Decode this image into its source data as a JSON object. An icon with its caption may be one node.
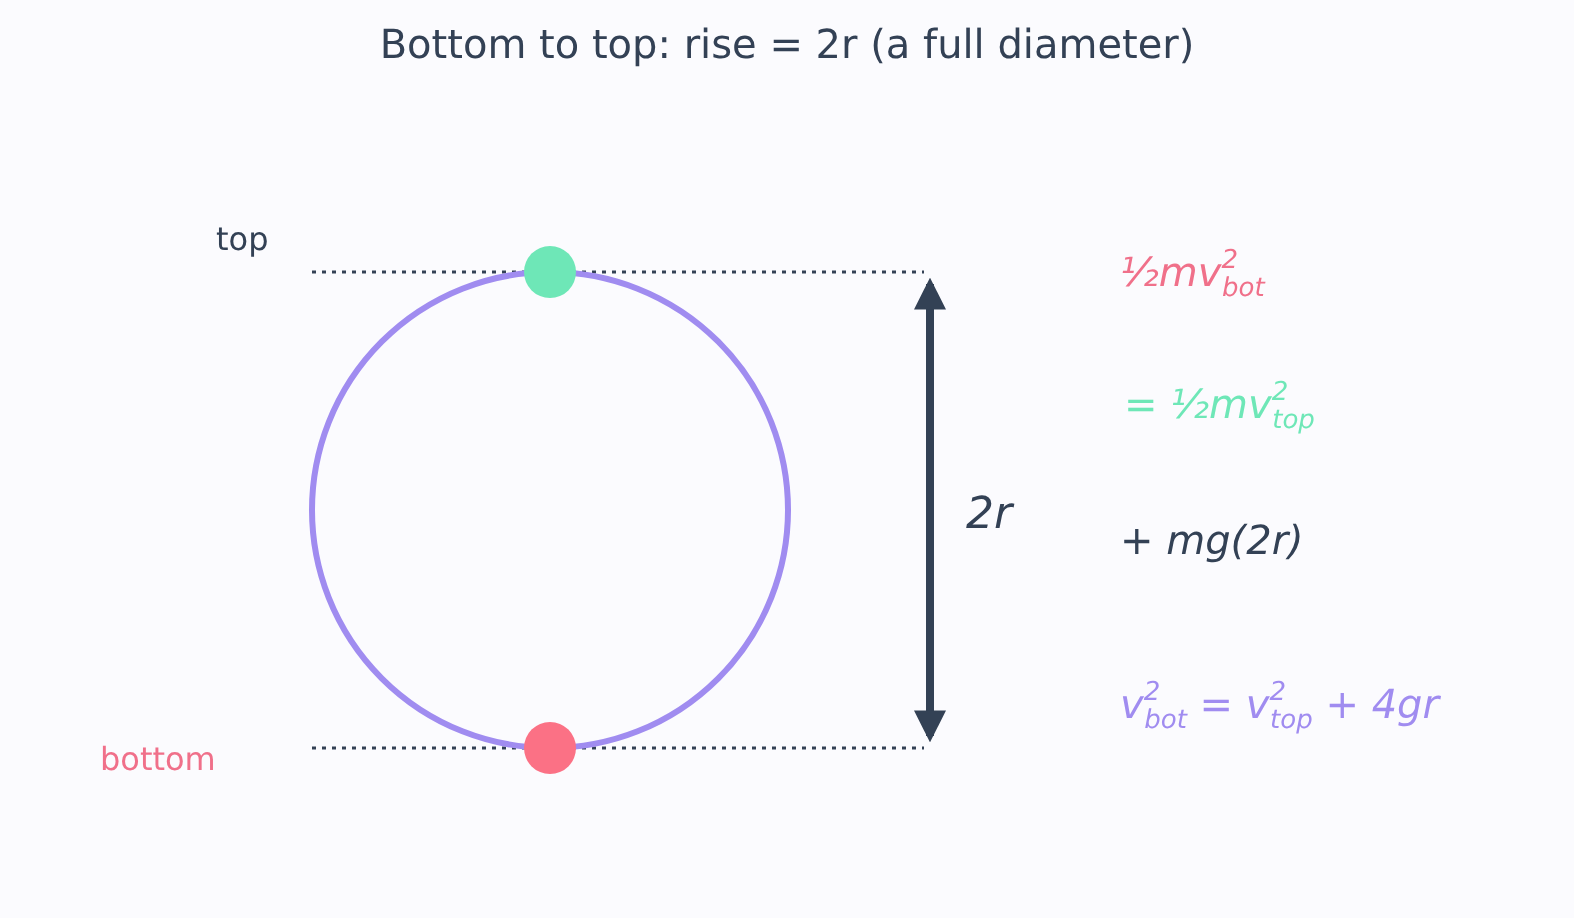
{
  "diagram": {
    "title": "Bottom to top: rise = 2r (a full diameter)",
    "labels": [
      "top",
      "bottom",
      "2r",
      "½mv$^{2}$$_{bot}$",
      "= ½mv$^{2}$$_{top}$",
      "+ mg(2r)",
      "v$^{2}$$_{bot}$ = v$^{2}$$_{top}$ + 4gr"
    ]
  }
}
